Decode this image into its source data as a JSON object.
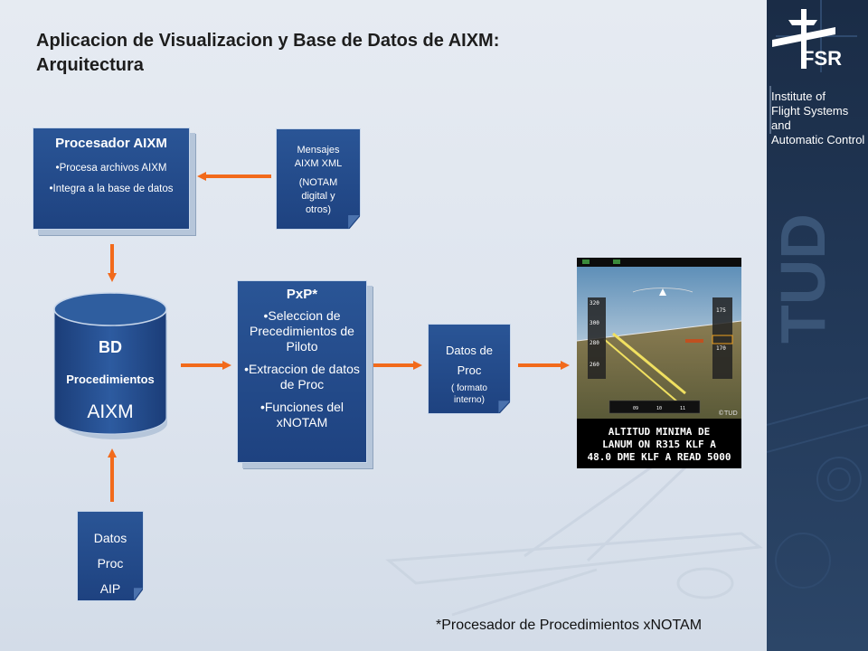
{
  "title": {
    "line1": "Aplicacion de Visualizacion y Base de Datos de AIXM:",
    "line2": "Arquitectura"
  },
  "procesador": {
    "title": "Procesador AIXM",
    "bullets": [
      "•Procesa archivos AIXM",
      "•Integra a la base de datos"
    ]
  },
  "mensajes": {
    "line1": "Mensajes",
    "line2": "AIXM XML",
    "line3": "(NOTAM",
    "line4": "digital y",
    "line5": "otros)"
  },
  "bd": {
    "title": "BD",
    "subtitle": "Procedimientos",
    "label": "AIXM"
  },
  "pxp": {
    "title": "PxP*",
    "bullets": [
      "•Seleccion de Precedimientos de Piloto",
      "•Extraccion de datos de Proc",
      "•Funciones del xNOTAM"
    ]
  },
  "datos_proc": {
    "line1": "Datos de",
    "line2": "Proc",
    "line3": "( formato",
    "line4": "interno)"
  },
  "datos_aip": {
    "line1": "Datos",
    "line2": "Proc",
    "line3": "AIP"
  },
  "pfd": {
    "speed_ticks": [
      "320",
      "300",
      "280",
      "260"
    ],
    "alt_ticks": [
      "175",
      "170"
    ],
    "heading_ticks": [
      "09",
      "10",
      "11"
    ],
    "copyright": "©TUD",
    "notam_text": [
      "ALTITUD MINIMA DE",
      "LANUM ON R315 KLF A",
      "48.0 DME KLF A READ 5000"
    ]
  },
  "footnote": "*Procesador de Procedimientos  xNOTAM",
  "sidebar": {
    "logo": "FSR",
    "institute": [
      "Institute of",
      "Flight Systems and",
      "Automatic Control"
    ],
    "watermark": "TUD"
  },
  "colors": {
    "box_blue": "#1e4280",
    "arrow_orange": "#f26a1b",
    "sidebar_navy": "#1a2c46"
  }
}
